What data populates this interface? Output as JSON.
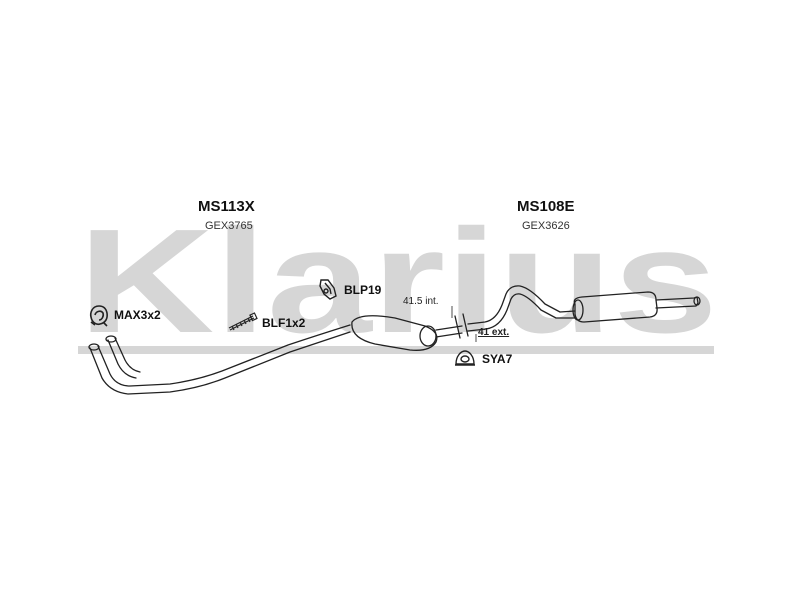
{
  "watermark": {
    "text": "Klarius",
    "color": "#d6d6d6"
  },
  "sections": [
    {
      "code": "MS113X",
      "ref": "GEX3765"
    },
    {
      "code": "MS108E",
      "ref": "GEX3626"
    }
  ],
  "callouts": [
    {
      "label": "MAX3x2",
      "icon": "clamp-icon"
    },
    {
      "label": "BLF1x2",
      "icon": "bolt-icon"
    },
    {
      "label": "BLP19",
      "icon": "mounting-bracket-icon"
    },
    {
      "label": "SYA7",
      "icon": "rubber-hanger-icon"
    }
  ],
  "dimensions": {
    "internal": "41.5 int.",
    "external": "41 ext."
  },
  "colors": {
    "line": "#222222",
    "fill": "#ffffff"
  }
}
